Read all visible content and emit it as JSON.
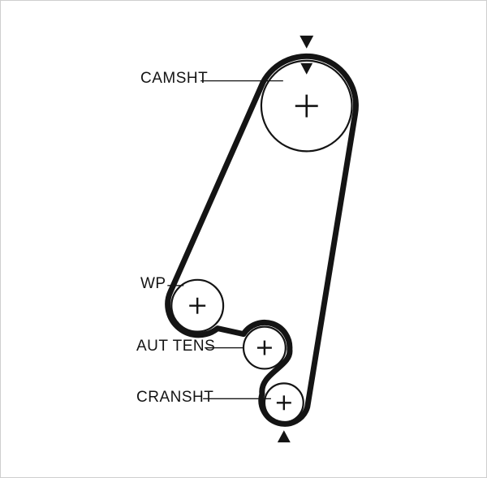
{
  "diagram": {
    "type": "timing-belt-routing-diagram",
    "labels": {
      "camshaft": "CAMSHT",
      "water_pump": "WP",
      "auto_tensioner": "AUT TENS",
      "crankshaft": "CRANSHT"
    },
    "markers": {
      "pulley_center": "plus-cross",
      "rotation_direction": "filled-triangle"
    },
    "colors": {
      "line": "#141414",
      "belt": "#141414",
      "background": "#ffffff",
      "border": "#cfcfcf"
    }
  }
}
